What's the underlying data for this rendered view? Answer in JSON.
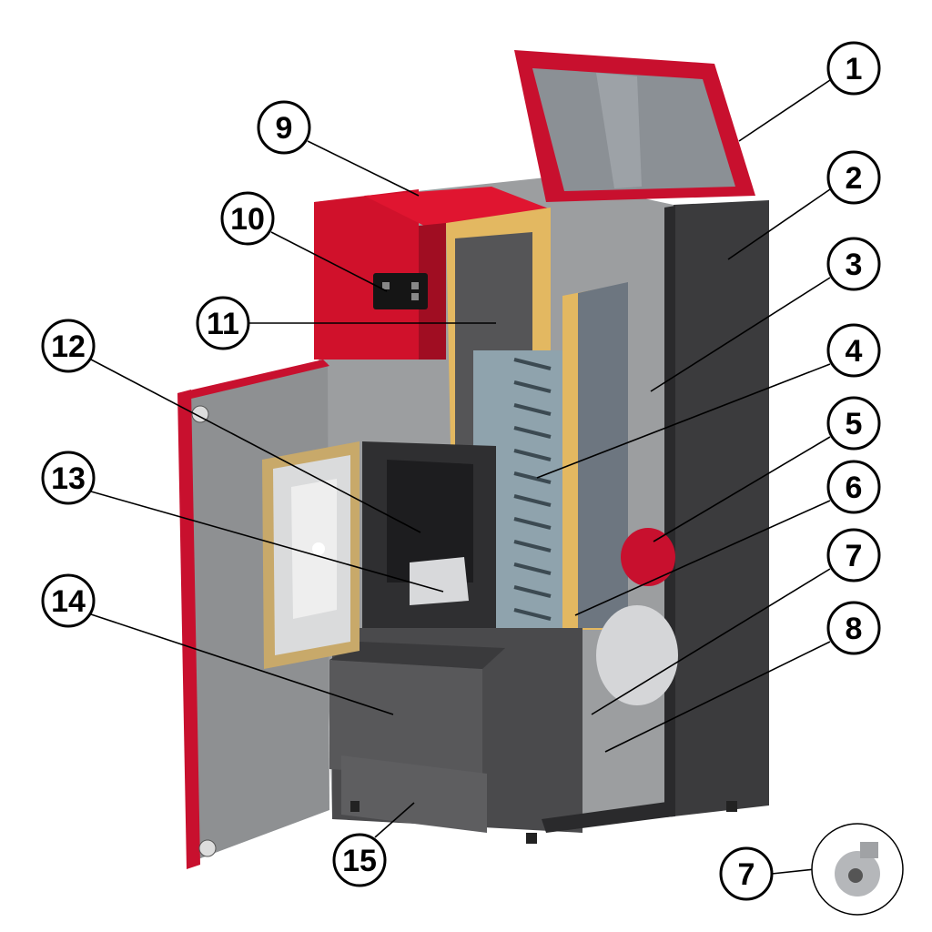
{
  "diagram": {
    "subject": "pellet-boiler-cutaway",
    "colors": {
      "red": "#c8102e",
      "dark_steel": "#3b3b3d",
      "galvanized": "#9c9ea0",
      "insulation": "#e3b861",
      "panel": "#6d7680"
    },
    "callouts": [
      {
        "label": "1"
      },
      {
        "label": "2"
      },
      {
        "label": "3"
      },
      {
        "label": "4"
      },
      {
        "label": "5"
      },
      {
        "label": "6"
      },
      {
        "label": "7"
      },
      {
        "label": "8"
      },
      {
        "label": "9"
      },
      {
        "label": "10"
      },
      {
        "label": "11"
      },
      {
        "label": "12"
      },
      {
        "label": "13"
      },
      {
        "label": "14"
      },
      {
        "label": "15"
      },
      {
        "label": "7"
      }
    ]
  }
}
